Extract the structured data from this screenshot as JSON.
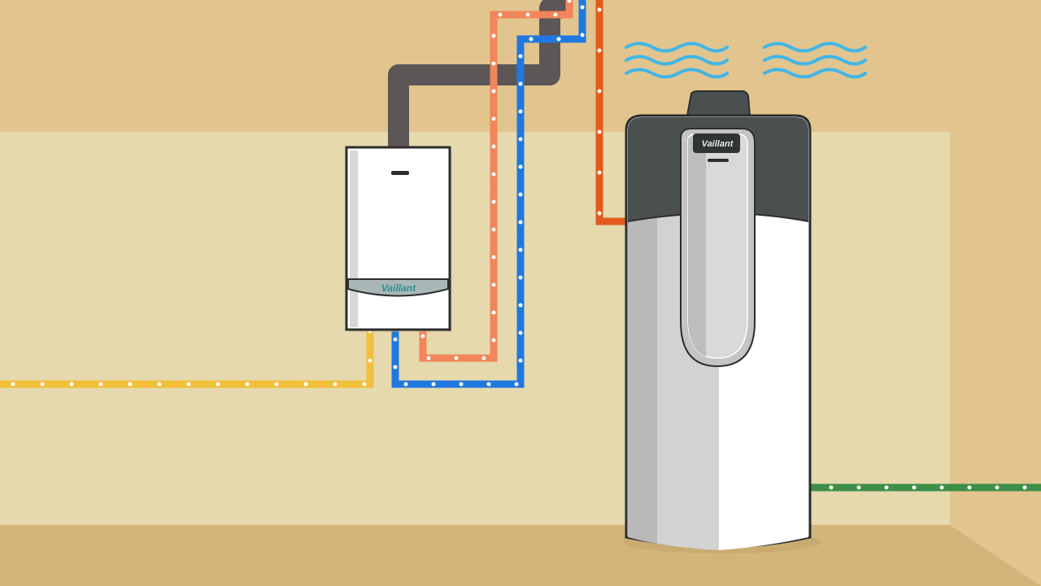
{
  "brand": {
    "boiler_logo": "Vaillant",
    "cylinder_logo": "Vaillant"
  },
  "colors": {
    "wall_back": "#e2c48e",
    "wall_front": "#e6d9ae",
    "floor": "#d3b57c",
    "flue_pipe": "#5d5656",
    "hot_supply_pipe": "#f2855a",
    "cold_return_pipe": "#1f78e0",
    "hot_water_pipe": "#e35a1f",
    "gas_pipe": "#f2bf3a",
    "green_pipe": "#3e8f46",
    "heat_waves": "#3fb6e8",
    "cylinder_cap": "#4a5050",
    "cylinder_body": "#ececec"
  },
  "components": [
    {
      "name": "wall-boiler",
      "type": "boiler"
    },
    {
      "name": "heat-pump-cylinder",
      "type": "hot-water-cylinder"
    },
    {
      "name": "heat-waves",
      "type": "air-flow",
      "count": 2
    }
  ]
}
